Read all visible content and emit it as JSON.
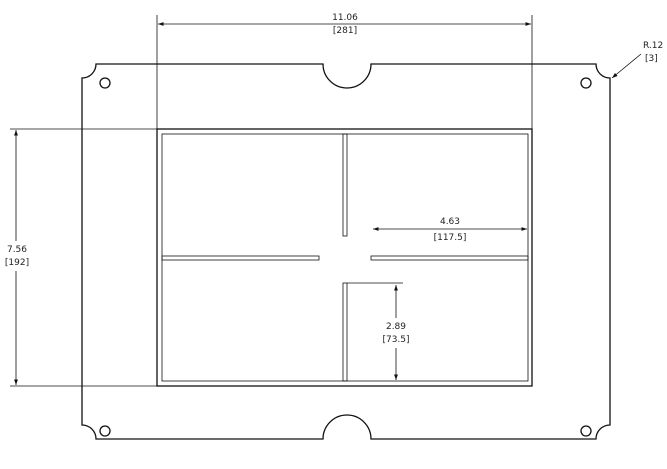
{
  "dimensions": {
    "overall_width": {
      "inch": "11.06",
      "mm": "[281]"
    },
    "overall_height": {
      "inch": "7.56",
      "mm": "[192]"
    },
    "corner_radius": {
      "inch": "R.12",
      "mm": "[3]"
    },
    "slot_offset_horizontal": {
      "inch": "4.63",
      "mm": "[117.5]"
    },
    "slot_offset_vertical": {
      "inch": "2.89",
      "mm": "[73.5]"
    }
  }
}
